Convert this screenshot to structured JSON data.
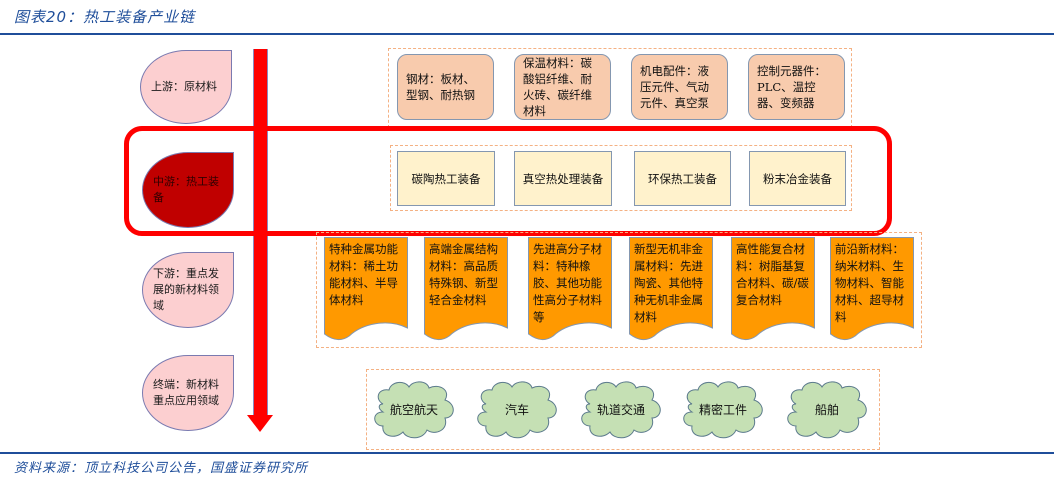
{
  "header": {
    "title": "图表20：热工装备产业链"
  },
  "footer": {
    "source": "资料来源：顶立科技公司公告，国盛证券研究所"
  },
  "stages": [
    {
      "label": "上游：原材料",
      "level": "upstream"
    },
    {
      "label": "中游：热工装备",
      "level": "midstream",
      "highlighted": true
    },
    {
      "label": "下游：重点发展的新材料领域",
      "level": "downstream"
    },
    {
      "label": "终端：新材料重点应用领域",
      "level": "terminal"
    }
  ],
  "upstream": [
    {
      "text": "钢材：板材、型钢、耐热钢"
    },
    {
      "text": "保温材料：碳酸铝纤维、耐火砖、碳纤维材料"
    },
    {
      "text": "机电配件：液压元件、气动元件、真空泵"
    },
    {
      "text": "控制元器件：PLC、温控器、变频器"
    }
  ],
  "midstream": [
    {
      "text": "碳陶热工装备"
    },
    {
      "text": "真空热处理装备"
    },
    {
      "text": "环保热工装备"
    },
    {
      "text": "粉末冶金装备"
    }
  ],
  "downstream": [
    {
      "text": "特种金属功能材料：稀土功能材料、半导体材料"
    },
    {
      "text": "高端金属结构材料：高品质特殊钢、新型轻合金材料"
    },
    {
      "text": "先进高分子材料：特种橡胶、其他功能性高分子材料等"
    },
    {
      "text": "新型无机非金属材料：先进陶瓷、其他特种无机非金属材料"
    },
    {
      "text": "高性能复合材料：树脂基复合材料、碳/碳复合材料"
    },
    {
      "text": "前沿新材料：纳米材料、生物材料、智能材料、超导材料"
    }
  ],
  "terminal": [
    {
      "text": "航空航天"
    },
    {
      "text": "汽车"
    },
    {
      "text": "轨道交通"
    },
    {
      "text": "精密工件"
    },
    {
      "text": "船舶"
    }
  ],
  "colors": {
    "title_blue": "#1f4e9a",
    "arrow_red": "#ff0000",
    "upstream_fill": "#f8cbad",
    "midstream_fill": "#fff2cc",
    "downstream_fill": "#ff9900",
    "terminal_fill": "#c5e0b4",
    "stage_light": "#fccfd0",
    "stage_dark": "#c00000"
  }
}
